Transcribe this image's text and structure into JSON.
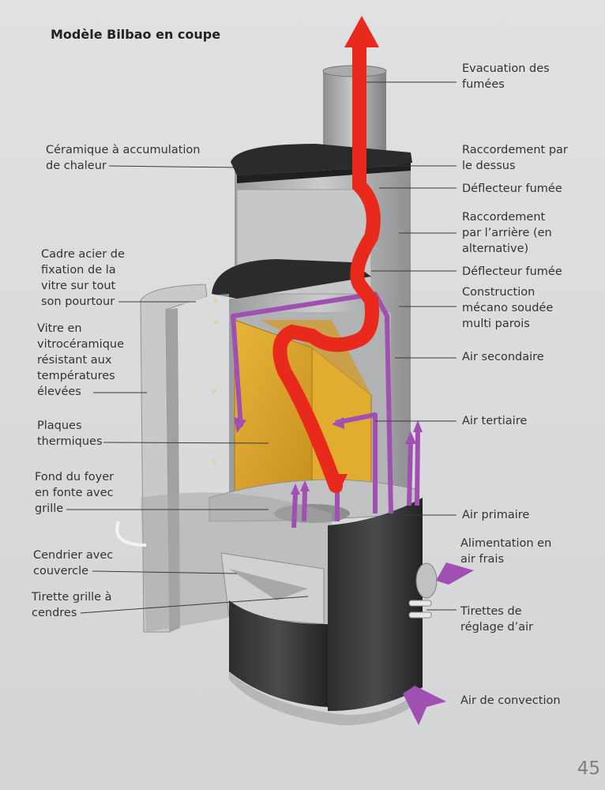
{
  "title": "Modèle Bilbao en coupe",
  "page_number": "45",
  "labels_left": [
    "Céramique à accumulation\nde chaleur",
    "Cadre acier de\nfixation de la\nvitre sur tout\nson pourtour",
    "Vitre en\nvitrocéramique\nrésistant aux\ntempératures\nélevées",
    "Plaques\nthermiques",
    "Fond du foyer\nen fonte avec\ngrille",
    "Cendrier avec\ncouvercle",
    "Tirette grille à\ncendres"
  ],
  "labels_right": [
    "Evacuation des\nfumées",
    "Raccordement par\nle dessus",
    "Déflecteur fumée",
    "Raccordement\npar l’arrière (en\nalternative)",
    "Déflecteur fumée",
    "Construction\nmécano soudée\nmulti parois",
    "Air secondaire",
    "Air tertiaire",
    "Air primaire",
    "Alimentation en\nair frais",
    "Tirettes de\nréglage d’air",
    "Air de convection"
  ],
  "colors": {
    "smoke": "#e8291b",
    "air": "#a050b0",
    "plates": "#d9a227",
    "steel": "#b9bbbd",
    "ceramic": "#2c2c2e",
    "base": "#3a3b3d"
  }
}
